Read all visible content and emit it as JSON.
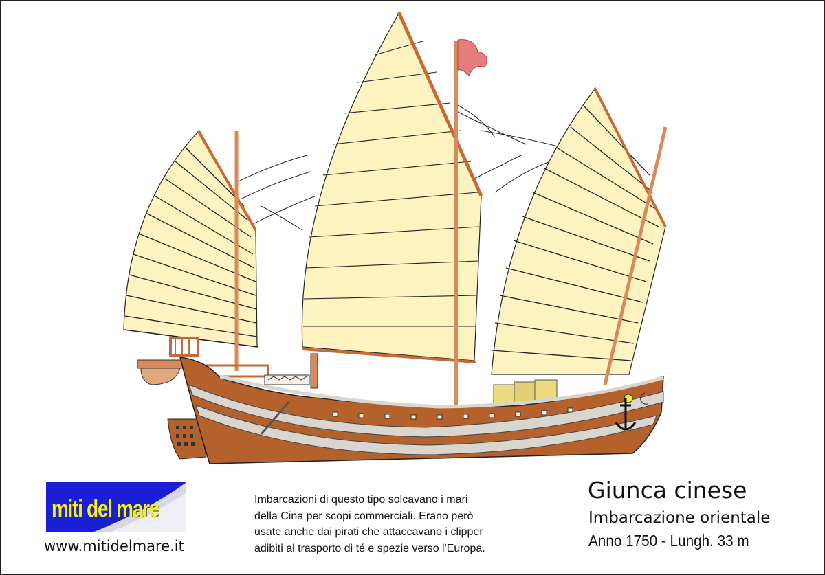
{
  "logo": {
    "text": "miti del mare"
  },
  "website": "www.mitidelmare.it",
  "description": {
    "lines": [
      "Imbarcazioni di questo tipo solcavano i mari",
      "della Cina per scopi commerciali. Erano però",
      "usate anche dai pirati che attaccavano i clipper",
      "adibiti al trasporto di té e spezie verso l'Europa."
    ]
  },
  "caption": {
    "title": "Giunca cinese",
    "subtitle": "Imbarcazione orientale",
    "details": "Anno 1750 - Lungh. 33 m"
  },
  "colors": {
    "sail": "#fdf3c0",
    "hull": "#b5612b",
    "hull_stripe": "#d9d6d0",
    "mast": "#d98a5a",
    "flag": "#e57d7d",
    "logo_bg": "#1a1ed6",
    "logo_text": "#f2f21a"
  },
  "icons": [
    "flag-icon",
    "anchor-icon",
    "crescent-moon-icon",
    "eye-icon"
  ]
}
